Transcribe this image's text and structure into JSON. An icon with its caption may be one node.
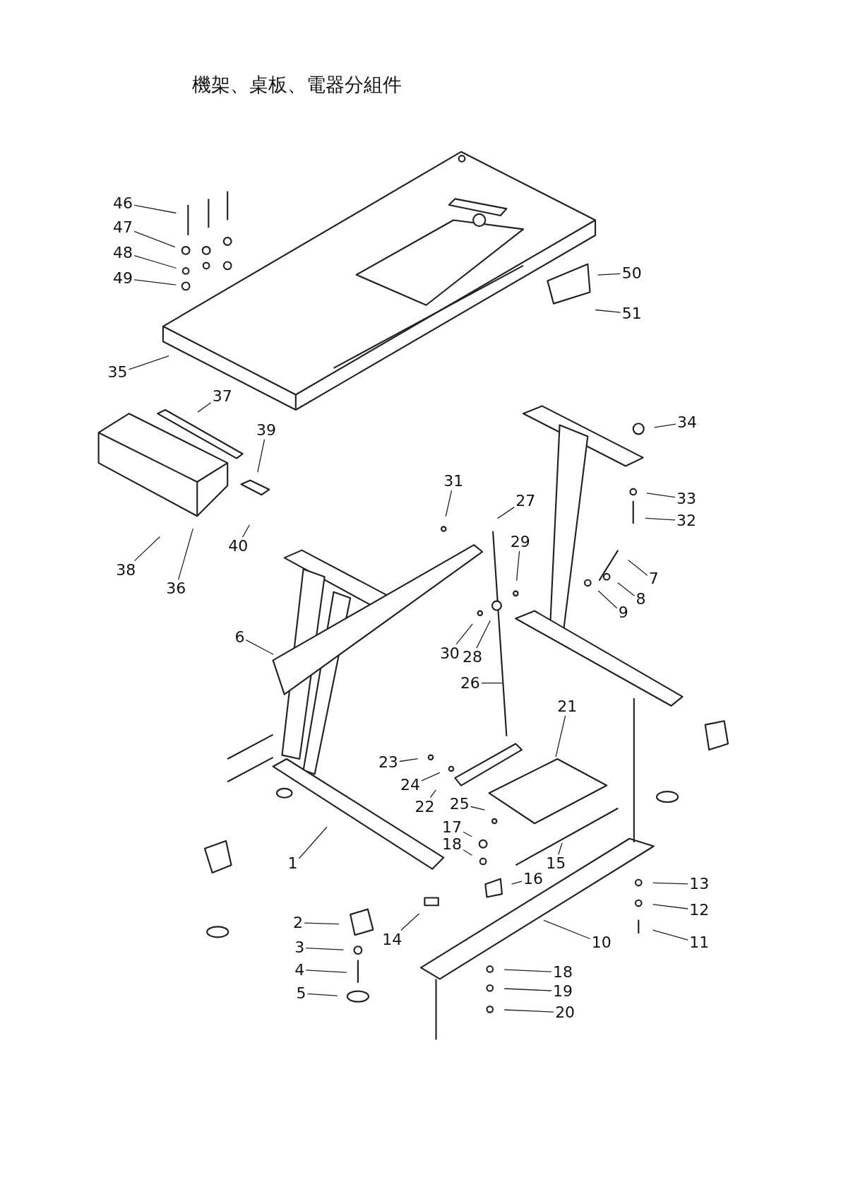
{
  "diagram": {
    "title": "機架、桌板、電器分組件",
    "nodes": [
      {
        "text": [
          "46"
        ]
      },
      {
        "text": [
          "47"
        ]
      },
      {
        "text": [
          "48"
        ]
      },
      {
        "text": [
          "49"
        ]
      },
      {
        "text": [
          "50"
        ]
      },
      {
        "text": [
          "51"
        ]
      },
      {
        "text": [
          "35"
        ]
      },
      {
        "text": [
          "37"
        ]
      },
      {
        "text": [
          "39"
        ]
      },
      {
        "text": [
          "34"
        ]
      },
      {
        "text": [
          "31"
        ]
      },
      {
        "text": [
          "27"
        ]
      },
      {
        "text": [
          "33"
        ]
      },
      {
        "text": [
          "32"
        ]
      },
      {
        "text": [
          "40"
        ]
      },
      {
        "text": [
          "29"
        ]
      },
      {
        "text": [
          "7"
        ]
      },
      {
        "text": [
          "38"
        ]
      },
      {
        "text": [
          "36"
        ]
      },
      {
        "text": [
          "8"
        ]
      },
      {
        "text": [
          "9"
        ]
      },
      {
        "text": [
          "6"
        ]
      },
      {
        "text": [
          "30"
        ]
      },
      {
        "text": [
          "28"
        ]
      },
      {
        "text": [
          "26"
        ]
      },
      {
        "text": [
          "21"
        ]
      },
      {
        "text": [
          "23"
        ]
      },
      {
        "text": [
          "24"
        ]
      },
      {
        "text": [
          "22"
        ]
      },
      {
        "text": [
          "25"
        ]
      },
      {
        "text": [
          "17"
        ]
      },
      {
        "text": [
          "18"
        ]
      },
      {
        "text": [
          "1"
        ]
      },
      {
        "text": [
          "15"
        ]
      },
      {
        "text": [
          "16"
        ]
      },
      {
        "text": [
          "2"
        ]
      },
      {
        "text": [
          "14"
        ]
      },
      {
        "text": [
          "10"
        ]
      },
      {
        "text": [
          "13"
        ]
      },
      {
        "text": [
          "12"
        ]
      },
      {
        "text": [
          "11"
        ]
      },
      {
        "text": [
          "3"
        ]
      },
      {
        "text": [
          "4"
        ]
      },
      {
        "text": [
          "18"
        ]
      },
      {
        "text": [
          "5"
        ]
      },
      {
        "text": [
          "19"
        ]
      },
      {
        "text": [
          "20"
        ]
      }
    ],
    "edges": [
      {
        "from": 0,
        "to": null,
        "arrow": "none"
      },
      {
        "from": 1,
        "to": null,
        "arrow": "none"
      },
      {
        "from": 2,
        "to": null,
        "arrow": "none"
      },
      {
        "from": 3,
        "to": null,
        "arrow": "none"
      },
      {
        "from": 4,
        "to": null,
        "arrow": "none"
      },
      {
        "from": 5,
        "to": null,
        "arrow": "none"
      },
      {
        "from": 6,
        "to": null,
        "arrow": "none"
      },
      {
        "from": 7,
        "to": null,
        "arrow": "none"
      },
      {
        "from": 8,
        "to": null,
        "arrow": "none"
      },
      {
        "from": 9,
        "to": null,
        "arrow": "none"
      },
      {
        "from": 10,
        "to": null,
        "arrow": "none"
      },
      {
        "from": 11,
        "to": null,
        "arrow": "none"
      },
      {
        "from": 12,
        "to": null,
        "arrow": "none"
      },
      {
        "from": 13,
        "to": null,
        "arrow": "none"
      },
      {
        "from": 14,
        "to": null,
        "arrow": "none"
      },
      {
        "from": 15,
        "to": null,
        "arrow": "none"
      },
      {
        "from": 16,
        "to": null,
        "arrow": "none"
      },
      {
        "from": 17,
        "to": null,
        "arrow": "none"
      },
      {
        "from": 18,
        "to": null,
        "arrow": "none"
      },
      {
        "from": 19,
        "to": null,
        "arrow": "none"
      },
      {
        "from": 20,
        "to": null,
        "arrow": "none"
      },
      {
        "from": 21,
        "to": null,
        "arrow": "none"
      },
      {
        "from": 22,
        "to": null,
        "arrow": "none"
      },
      {
        "from": 23,
        "to": null,
        "arrow": "none"
      },
      {
        "from": 24,
        "to": null,
        "arrow": "none"
      },
      {
        "from": 25,
        "to": null,
        "arrow": "none"
      },
      {
        "from": 26,
        "to": null,
        "arrow": "none"
      },
      {
        "from": 27,
        "to": null,
        "arrow": "none"
      },
      {
        "from": 28,
        "to": null,
        "arrow": "none"
      },
      {
        "from": 29,
        "to": null,
        "arrow": "none"
      },
      {
        "from": 30,
        "to": null,
        "arrow": "none"
      },
      {
        "from": 31,
        "to": null,
        "arrow": "none"
      },
      {
        "from": 32,
        "to": null,
        "arrow": "none"
      },
      {
        "from": 33,
        "to": null,
        "arrow": "none"
      },
      {
        "from": 34,
        "to": null,
        "arrow": "none"
      },
      {
        "from": 35,
        "to": null,
        "arrow": "none"
      },
      {
        "from": 36,
        "to": null,
        "arrow": "none"
      },
      {
        "from": 37,
        "to": null,
        "arrow": "none"
      },
      {
        "from": 38,
        "to": null,
        "arrow": "none"
      },
      {
        "from": 39,
        "to": null,
        "arrow": "none"
      },
      {
        "from": 40,
        "to": null,
        "arrow": "none"
      },
      {
        "from": 41,
        "to": null,
        "arrow": "none"
      },
      {
        "from": 42,
        "to": null,
        "arrow": "none"
      },
      {
        "from": 43,
        "to": null,
        "arrow": "none"
      },
      {
        "from": 44,
        "to": null,
        "arrow": "none"
      },
      {
        "from": 45,
        "to": null,
        "arrow": "none"
      },
      {
        "from": 46,
        "to": null,
        "arrow": "none"
      }
    ]
  }
}
